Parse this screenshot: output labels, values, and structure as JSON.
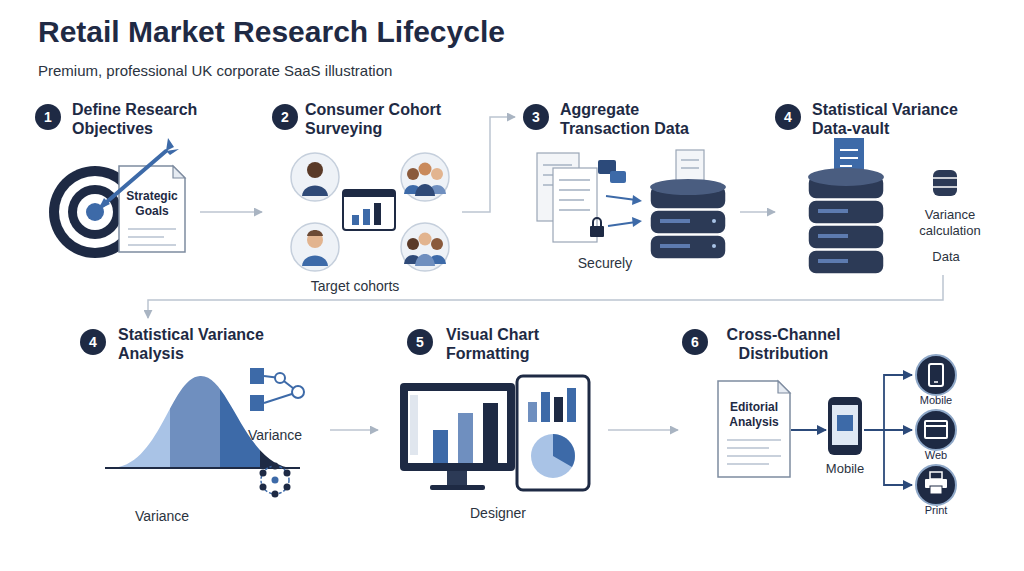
{
  "diagram": {
    "title": "Retail Market Research Lifecycle",
    "nodes": [
      {
        "text": [
          "1",
          "Define Research Objectives"
        ]
      },
      {
        "text": [
          "Strategic Goals"
        ],
        "in": 0
      },
      {
        "text": [
          "2",
          "Consumer Cohort Surveying"
        ]
      },
      {
        "text": [
          "3",
          "Aggregate Transaction Data"
        ]
      },
      {
        "text": [
          "4",
          "Statistical Variance Data-vault"
        ]
      },
      {
        "text": [
          "4",
          "Statistical Variance Analysis"
        ]
      },
      {
        "text": [
          "5",
          "Visual Chart Formatting"
        ]
      },
      {
        "text": [
          "6",
          "Cross-Channel Distribution"
        ]
      },
      {
        "text": [
          "Editorial Analysis"
        ],
        "in": 7
      },
      {
        "text": [
          "Mobile"
        ],
        "in": 7
      },
      {
        "text": [
          "Mobile"
        ],
        "in": 7
      },
      {
        "text": [
          "Web"
        ],
        "in": 7
      },
      {
        "text": [
          "Print"
        ],
        "in": 7
      }
    ],
    "edges": [
      {
        "from": 0,
        "to": 2,
        "arrow": "to"
      },
      {
        "from": 2,
        "to": 3,
        "arrow": "to"
      },
      {
        "from": 3,
        "to": 4,
        "arrow": "to"
      },
      {
        "from": 4,
        "to": 5,
        "arrow": "to"
      },
      {
        "from": 5,
        "to": 6,
        "arrow": "to"
      },
      {
        "from": 6,
        "to": 7,
        "arrow": "to"
      },
      {
        "from": 8,
        "to": 9,
        "arrow": "to"
      },
      {
        "from": 9,
        "to": 10,
        "arrow": "to"
      },
      {
        "from": 9,
        "to": 11,
        "arrow": "to"
      },
      {
        "from": 9,
        "to": 12,
        "arrow": "to"
      }
    ],
    "labels": [
      "Premium, professional UK corporate SaaS illustration",
      "Target cohorts",
      "Securely",
      "Variance calculation",
      "Data",
      "Variance",
      "Variance",
      "Designer"
    ]
  }
}
